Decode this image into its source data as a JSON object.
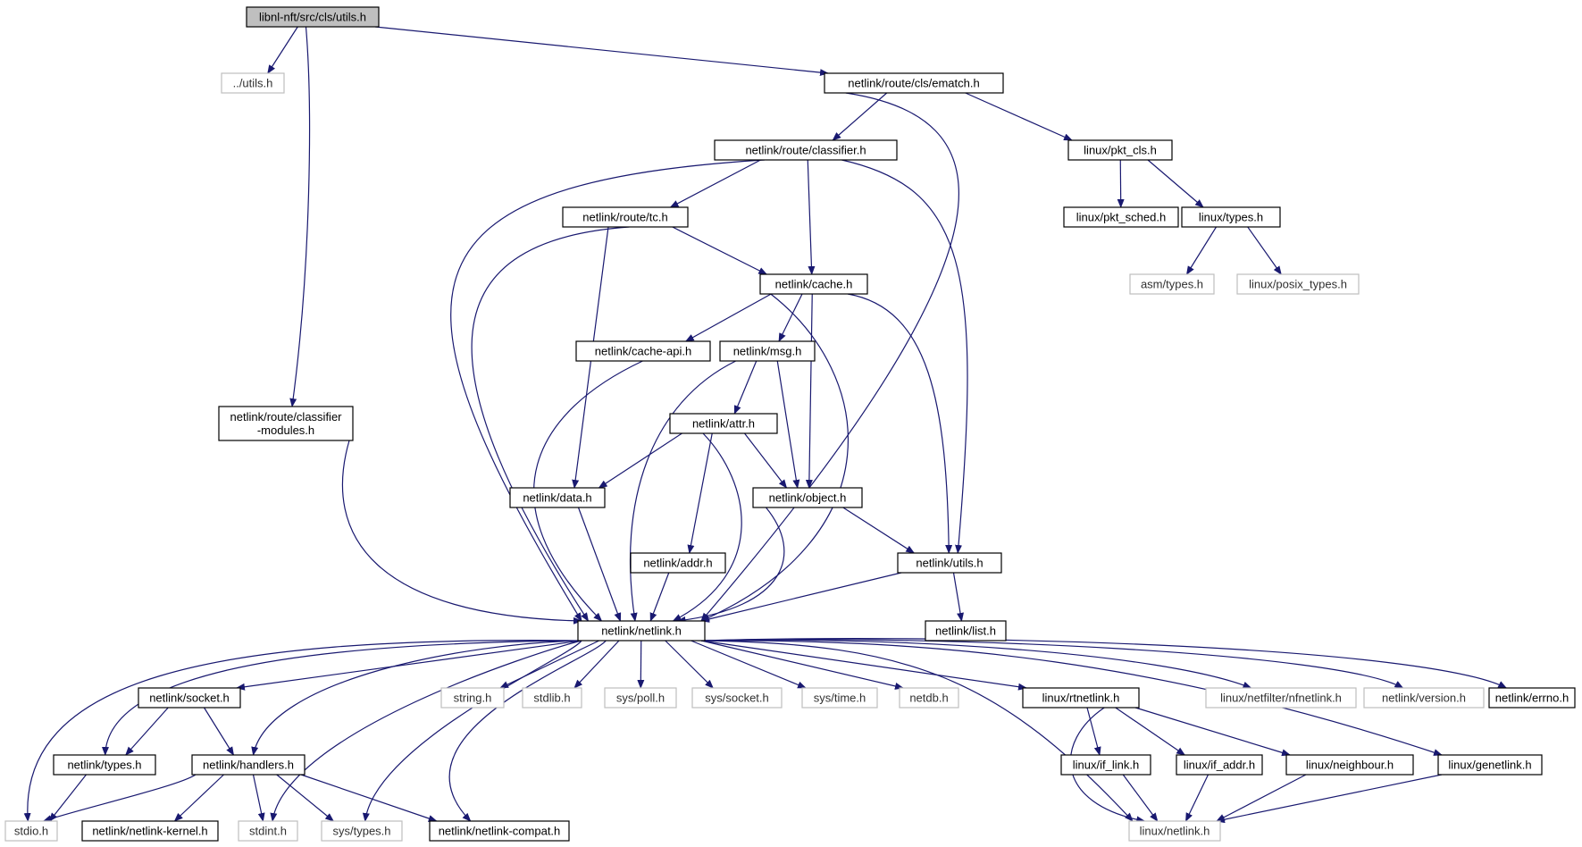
{
  "colors": {
    "edge": "#191970",
    "node_border": "#000000",
    "external_border": "#bfbfbf",
    "root_fill": "#bfbfbf",
    "fill": "#ffffff"
  },
  "graph": {
    "nodes": [
      {
        "id": "root",
        "label": [
          "libnl-nft/src/cls/utils.h"
        ],
        "kind": "root"
      },
      {
        "id": "utils_rel",
        "label": [
          "../utils.h"
        ],
        "kind": "external"
      },
      {
        "id": "ematch",
        "label": [
          "netlink/route/cls/ematch.h"
        ],
        "kind": "internal"
      },
      {
        "id": "classifier",
        "label": [
          "netlink/route/classifier.h"
        ],
        "kind": "internal"
      },
      {
        "id": "pkt_cls",
        "label": [
          "linux/pkt_cls.h"
        ],
        "kind": "internal"
      },
      {
        "id": "tc",
        "label": [
          "netlink/route/tc.h"
        ],
        "kind": "internal"
      },
      {
        "id": "pkt_sched",
        "label": [
          "linux/pkt_sched.h"
        ],
        "kind": "internal"
      },
      {
        "id": "ltypes",
        "label": [
          "linux/types.h"
        ],
        "kind": "internal"
      },
      {
        "id": "cache",
        "label": [
          "netlink/cache.h"
        ],
        "kind": "internal"
      },
      {
        "id": "asmtypes",
        "label": [
          "asm/types.h"
        ],
        "kind": "external"
      },
      {
        "id": "posix_types",
        "label": [
          "linux/posix_types.h"
        ],
        "kind": "external"
      },
      {
        "id": "cache_api",
        "label": [
          "netlink/cache-api.h"
        ],
        "kind": "internal"
      },
      {
        "id": "msg",
        "label": [
          "netlink/msg.h"
        ],
        "kind": "internal"
      },
      {
        "id": "cls_modules",
        "label": [
          "netlink/route/classifier",
          "-modules.h"
        ],
        "kind": "internal"
      },
      {
        "id": "attr",
        "label": [
          "netlink/attr.h"
        ],
        "kind": "internal"
      },
      {
        "id": "data",
        "label": [
          "netlink/data.h"
        ],
        "kind": "internal"
      },
      {
        "id": "object",
        "label": [
          "netlink/object.h"
        ],
        "kind": "internal"
      },
      {
        "id": "addr",
        "label": [
          "netlink/addr.h"
        ],
        "kind": "internal"
      },
      {
        "id": "nl_utils",
        "label": [
          "netlink/utils.h"
        ],
        "kind": "internal"
      },
      {
        "id": "netlink",
        "label": [
          "netlink/netlink.h"
        ],
        "kind": "internal"
      },
      {
        "id": "list",
        "label": [
          "netlink/list.h"
        ],
        "kind": "internal"
      },
      {
        "id": "socket",
        "label": [
          "netlink/socket.h"
        ],
        "kind": "internal"
      },
      {
        "id": "string",
        "label": [
          "string.h"
        ],
        "kind": "external"
      },
      {
        "id": "stdlib",
        "label": [
          "stdlib.h"
        ],
        "kind": "external"
      },
      {
        "id": "poll",
        "label": [
          "sys/poll.h"
        ],
        "kind": "external"
      },
      {
        "id": "syssocket",
        "label": [
          "sys/socket.h"
        ],
        "kind": "external"
      },
      {
        "id": "systime",
        "label": [
          "sys/time.h"
        ],
        "kind": "external"
      },
      {
        "id": "netdb",
        "label": [
          "netdb.h"
        ],
        "kind": "external"
      },
      {
        "id": "rtnetlink",
        "label": [
          "linux/rtnetlink.h"
        ],
        "kind": "internal"
      },
      {
        "id": "nfnetlink",
        "label": [
          "linux/netfilter/nfnetlink.h"
        ],
        "kind": "external"
      },
      {
        "id": "version",
        "label": [
          "netlink/version.h"
        ],
        "kind": "external"
      },
      {
        "id": "errno",
        "label": [
          "netlink/errno.h"
        ],
        "kind": "internal"
      },
      {
        "id": "nltypes",
        "label": [
          "netlink/types.h"
        ],
        "kind": "internal"
      },
      {
        "id": "handlers",
        "label": [
          "netlink/handlers.h"
        ],
        "kind": "internal"
      },
      {
        "id": "if_link",
        "label": [
          "linux/if_link.h"
        ],
        "kind": "internal"
      },
      {
        "id": "if_addr",
        "label": [
          "linux/if_addr.h"
        ],
        "kind": "internal"
      },
      {
        "id": "neighbour",
        "label": [
          "linux/neighbour.h"
        ],
        "kind": "internal"
      },
      {
        "id": "genetlink",
        "label": [
          "linux/genetlink.h"
        ],
        "kind": "internal"
      },
      {
        "id": "stdio",
        "label": [
          "stdio.h"
        ],
        "kind": "external"
      },
      {
        "id": "nl_kernel",
        "label": [
          "netlink/netlink-kernel.h"
        ],
        "kind": "internal"
      },
      {
        "id": "stdint",
        "label": [
          "stdint.h"
        ],
        "kind": "external"
      },
      {
        "id": "systypes",
        "label": [
          "sys/types.h"
        ],
        "kind": "external"
      },
      {
        "id": "nl_compat",
        "label": [
          "netlink/netlink-compat.h"
        ],
        "kind": "internal"
      },
      {
        "id": "linux_netlink",
        "label": [
          "linux/netlink.h"
        ],
        "kind": "external"
      }
    ],
    "edges": [
      [
        "root",
        "utils_rel"
      ],
      [
        "root",
        "ematch"
      ],
      [
        "root",
        "cls_modules"
      ],
      [
        "ematch",
        "classifier"
      ],
      [
        "ematch",
        "pkt_cls"
      ],
      [
        "ematch",
        "netlink"
      ],
      [
        "classifier",
        "tc"
      ],
      [
        "classifier",
        "cache"
      ],
      [
        "classifier",
        "nl_utils"
      ],
      [
        "classifier",
        "netlink"
      ],
      [
        "pkt_cls",
        "pkt_sched"
      ],
      [
        "pkt_cls",
        "ltypes"
      ],
      [
        "ltypes",
        "asmtypes"
      ],
      [
        "ltypes",
        "posix_types"
      ],
      [
        "tc",
        "cache"
      ],
      [
        "tc",
        "data"
      ],
      [
        "tc",
        "netlink"
      ],
      [
        "cache",
        "cache_api"
      ],
      [
        "cache",
        "msg"
      ],
      [
        "cache",
        "object"
      ],
      [
        "cache",
        "nl_utils"
      ],
      [
        "cache",
        "netlink"
      ],
      [
        "cache_api",
        "netlink"
      ],
      [
        "msg",
        "attr"
      ],
      [
        "msg",
        "object"
      ],
      [
        "msg",
        "netlink"
      ],
      [
        "cls_modules",
        "netlink"
      ],
      [
        "attr",
        "data"
      ],
      [
        "attr",
        "object"
      ],
      [
        "attr",
        "addr"
      ],
      [
        "attr",
        "netlink"
      ],
      [
        "data",
        "netlink"
      ],
      [
        "object",
        "nl_utils"
      ],
      [
        "object",
        "netlink"
      ],
      [
        "addr",
        "netlink"
      ],
      [
        "nl_utils",
        "list"
      ],
      [
        "nl_utils",
        "netlink"
      ],
      [
        "netlink",
        "stdio"
      ],
      [
        "netlink",
        "nltypes"
      ],
      [
        "netlink",
        "socket"
      ],
      [
        "netlink",
        "handlers"
      ],
      [
        "netlink",
        "stdint"
      ],
      [
        "netlink",
        "systypes"
      ],
      [
        "netlink",
        "nl_compat"
      ],
      [
        "netlink",
        "string"
      ],
      [
        "netlink",
        "stdlib"
      ],
      [
        "netlink",
        "poll"
      ],
      [
        "netlink",
        "syssocket"
      ],
      [
        "netlink",
        "systime"
      ],
      [
        "netlink",
        "netdb"
      ],
      [
        "netlink",
        "rtnetlink"
      ],
      [
        "netlink",
        "linux_netlink"
      ],
      [
        "netlink",
        "genetlink"
      ],
      [
        "netlink",
        "nfnetlink"
      ],
      [
        "netlink",
        "version"
      ],
      [
        "netlink",
        "errno"
      ],
      [
        "socket",
        "nltypes"
      ],
      [
        "socket",
        "handlers"
      ],
      [
        "nltypes",
        "stdio"
      ],
      [
        "handlers",
        "stdio"
      ],
      [
        "handlers",
        "nl_kernel"
      ],
      [
        "handlers",
        "stdint"
      ],
      [
        "handlers",
        "systypes"
      ],
      [
        "handlers",
        "nl_compat"
      ],
      [
        "rtnetlink",
        "if_link"
      ],
      [
        "rtnetlink",
        "if_addr"
      ],
      [
        "rtnetlink",
        "neighbour"
      ],
      [
        "rtnetlink",
        "linux_netlink"
      ],
      [
        "if_link",
        "linux_netlink"
      ],
      [
        "if_addr",
        "linux_netlink"
      ],
      [
        "neighbour",
        "linux_netlink"
      ],
      [
        "genetlink",
        "linux_netlink"
      ]
    ]
  }
}
